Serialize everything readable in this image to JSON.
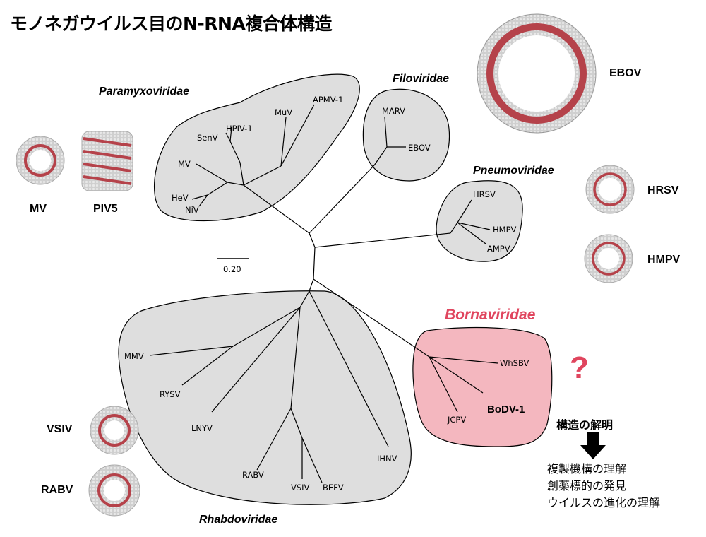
{
  "title": "モノネガウイルス目のN-RNA複合体構造",
  "families": {
    "paramyxoviridae": "Paramyxoviridae",
    "filoviridae": "Filoviridae",
    "pneumoviridae": "Pneumoviridae",
    "bornaviridae": "Bornaviridae",
    "rhabdoviridae": "Rhabdoviridae"
  },
  "leaves": {
    "apmv1": "APMV-1",
    "muv": "MuV",
    "hpiv1": "HPIV-1",
    "senv": "SenV",
    "mv": "MV",
    "hev": "HeV",
    "niv": "NiV",
    "marv": "MARV",
    "ebov": "EBOV",
    "hrsv": "HRSV",
    "hmpv": "HMPV",
    "ampv": "AMPV",
    "mmv": "MMV",
    "rysv": "RYSV",
    "lnyv": "LNYV",
    "rabv": "RABV",
    "vsiv": "VSIV",
    "befv": "BEFV",
    "ihnv": "IHNV",
    "whsbv": "WhSBV",
    "jcpv": "JCPV",
    "bodv1": "BoDV-1"
  },
  "scale_bar": "0.20",
  "structures": {
    "mv": "MV",
    "piv5": "PIV5",
    "ebov": "EBOV",
    "hrsv": "HRSV",
    "hmpv": "HMPV",
    "vsiv": "VSIV",
    "rabv": "RABV"
  },
  "question_mark": "?",
  "reveal_label": "構造の解明",
  "outcomes": [
    "複製機構の理解",
    "創薬標的の発見",
    "ウイルスの進化の理解"
  ],
  "colors": {
    "clade_fill": "#dedede",
    "borna_fill": "#f4b7bf",
    "borna_text": "#e0455e",
    "ring_red": "#b5424a",
    "protein_gray": "#c4c4c4"
  }
}
